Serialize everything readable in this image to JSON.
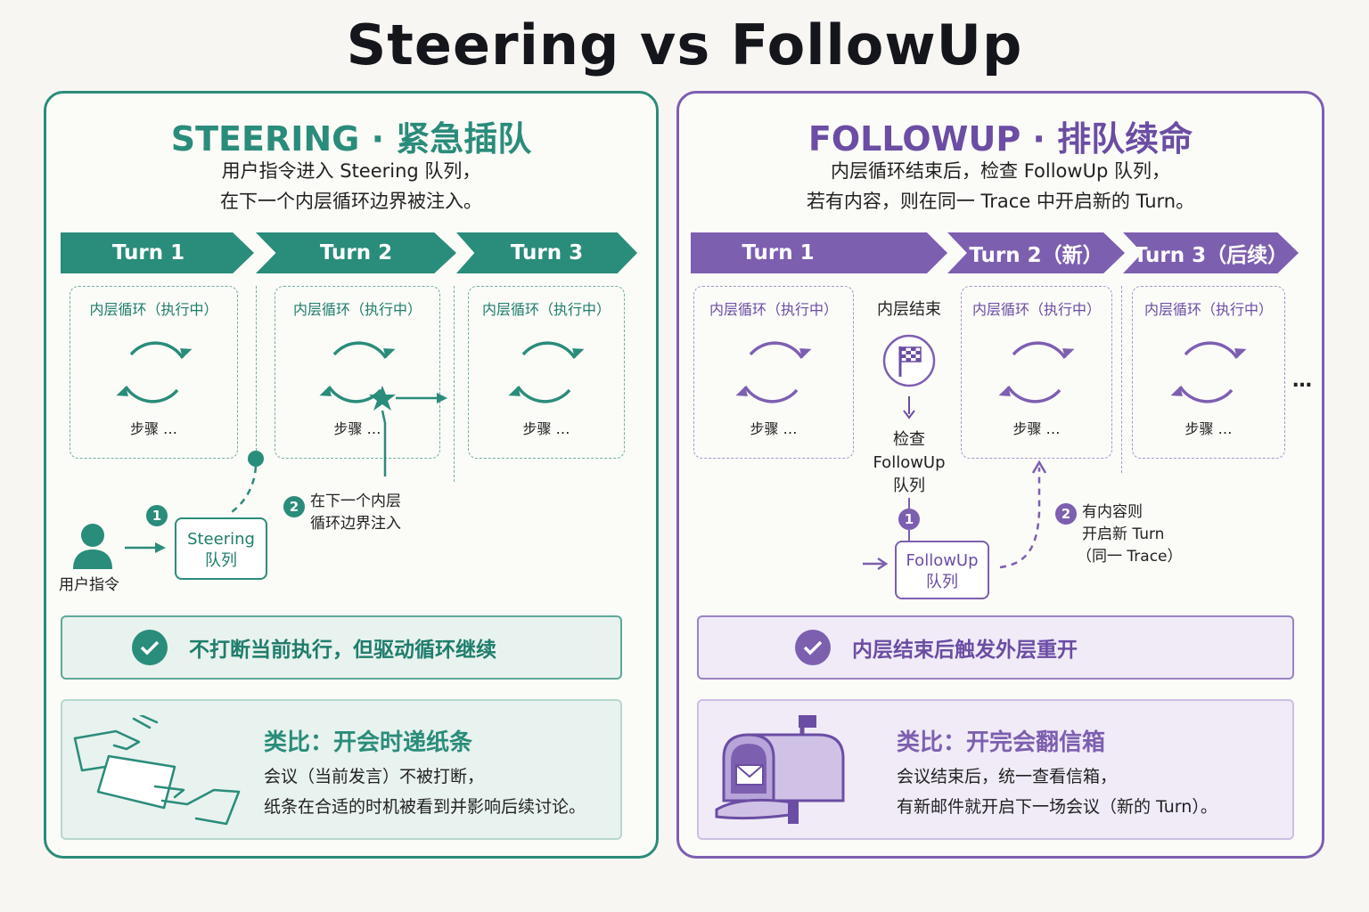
{
  "title": "Steering vs FollowUp",
  "colors": {
    "steering": "#2a8c7a",
    "followup": "#7d5fb0"
  },
  "steering": {
    "heading": "STEERING · 紧急插队",
    "desc": [
      "用户指令进入 Steering 队列，",
      "在下一个内层循环边界被注入。"
    ],
    "turns": [
      "Turn 1",
      "Turn 2",
      "Turn 3"
    ],
    "loop_label": "内层循环（执行中）",
    "step_label": "步骤 …",
    "user_label": "用户指令",
    "queue_label": [
      "Steering",
      "队列"
    ],
    "step1_badge": "1",
    "step2_badge": "2",
    "step2_text": [
      "在下一个内层",
      "循环边界注入"
    ],
    "summary": "不打断当前执行，但驱动循环继续",
    "analogy_title": "类比：开会时递纸条",
    "analogy_lines": [
      "会议（当前发言）不被打断，",
      "纸条在合适的时机被看到并影响后续讨论。"
    ],
    "icons": [
      "refresh-cycle-icon",
      "star-icon",
      "user-icon",
      "check-icon",
      "hands-passing-note-icon"
    ]
  },
  "followup": {
    "heading": "FOLLOWUP · 排队续命",
    "desc": [
      "内层循环结束后，检查 FollowUp 队列，",
      "若有内容，则在同一 Trace 中开启新的 Turn。"
    ],
    "turns": [
      "Turn 1",
      "Turn 2（新）",
      "Turn 3（后续）"
    ],
    "loop_label": "内层循环（执行中）",
    "step_label": "步骤 …",
    "end_label": "内层结束",
    "check_label": [
      "检查",
      "FollowUp",
      "队列"
    ],
    "queue_label": [
      "FollowUp",
      "队列"
    ],
    "step1_badge": "1",
    "step2_badge": "2",
    "step2_text": [
      "有内容则",
      "开启新 Turn",
      "（同一 Trace）"
    ],
    "ellipsis": "…",
    "summary": "内层结束后触发外层重开",
    "analogy_title": "类比：开完会翻信箱",
    "analogy_lines": [
      "会议结束后，统一查看信箱，",
      "有新邮件就开启下一场会议（新的 Turn）。"
    ],
    "icons": [
      "refresh-cycle-icon",
      "checkered-flag-icon",
      "check-icon",
      "mailbox-icon"
    ]
  }
}
